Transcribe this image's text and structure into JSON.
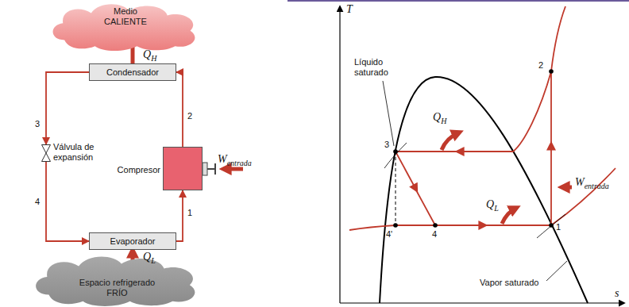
{
  "diagram": {
    "nodes": [
      {
        "text": [
          "Medio CALIENTE"
        ]
      },
      {
        "text": [
          "Condensador"
        ]
      },
      {
        "text": [
          "Válvula de expansión"
        ]
      },
      {
        "text": [
          "Compresor"
        ]
      },
      {
        "text": [
          "Evaporador"
        ]
      },
      {
        "text": [
          "Espacio refrigerado FRÍO"
        ]
      }
    ],
    "edges": [
      {
        "from": 3,
        "to": 1,
        "arrow": "to",
        "label": "2"
      },
      {
        "from": 1,
        "to": 2,
        "arrow": "to",
        "label": "3"
      },
      {
        "from": 2,
        "to": 4,
        "arrow": "to",
        "label": "4"
      },
      {
        "from": 4,
        "to": 3,
        "arrow": "to",
        "label": "1"
      },
      {
        "from": 1,
        "to": 0,
        "arrow": "to",
        "label": "QH"
      },
      {
        "from": 5,
        "to": 4,
        "arrow": "to",
        "label": "QL"
      }
    ],
    "labels": [
      "Wentrada",
      "T",
      "Líquido saturado",
      "QH",
      "3",
      "4'",
      "4",
      "QL",
      "1",
      "2",
      "Wentrada",
      "Vapor saturado",
      "s"
    ]
  }
}
